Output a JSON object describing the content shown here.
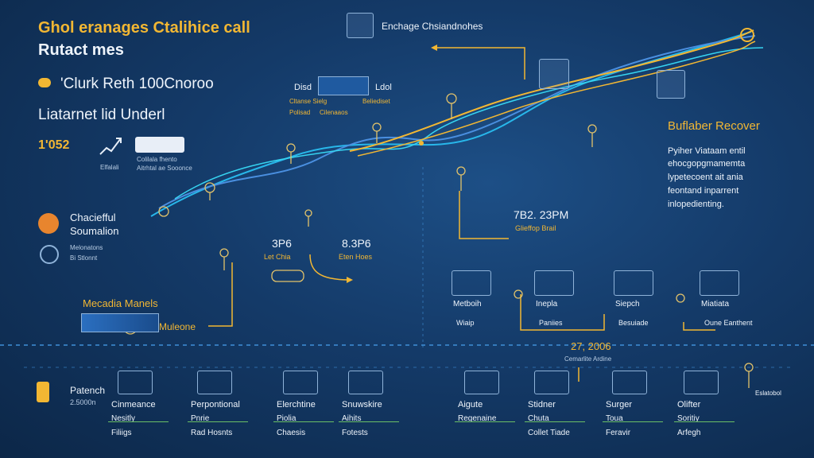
{
  "header": {
    "title_line1": "Ghol eranages Ctalihice call",
    "title_line2": "Rutact mes",
    "subtitle_line1": "'Clurk Reth 100Cnoroo",
    "subtitle_line2": "Liatarnet lid Underl",
    "stat_value": "1'052"
  },
  "top_icons": {
    "chart_caption": "Elfalali",
    "card_line1": "Colilala fhento",
    "card_line2": "Aitrhtal ae Sooonce"
  },
  "sidebar": {
    "item1_line1": "Chaciefful",
    "item1_line2": "Soumalion",
    "item2_line1": "Melonatons",
    "item2_line2": "Bi Stlonnt"
  },
  "media": {
    "title": "Mecadia Manels",
    "subtitle": "Muleone"
  },
  "top_panels": {
    "exchange_label": "Enchage Chsiandnohes",
    "card1_title": "Disd",
    "card1_sub1": "Cltanse Sielg",
    "card1_sub2": "Polisad",
    "card2_title": "Ldol",
    "card2_sub1": "Beliediset",
    "card2_sub2": "Cilenaaos"
  },
  "right_panel": {
    "title": "Buflaber Recover",
    "line1": "Pyiher Viataam entil",
    "line2": "ehocgopgmamemta",
    "line3": "lypetecoent ait ania",
    "line4": "feontand inparrent",
    "line5": "inlopedienting."
  },
  "timeline": {
    "t1_time": "3P6",
    "t1_label": "Let Chia",
    "t2_time": "8.3P6",
    "t2_label": "Eten Hoes",
    "t3_time": "7B2. 23PM",
    "t3_label": "Glieffop Brail",
    "date": "27, 2006",
    "date_label": "Cemarlite Ardine"
  },
  "mid_row": [
    {
      "title": "Metboih",
      "sub": "Wiaip"
    },
    {
      "title": "Inepla",
      "sub": "Paniies"
    },
    {
      "title": "Siepch",
      "sub": "Besuiade"
    },
    {
      "title": "Miatiata",
      "sub": "Oune Eanthent"
    }
  ],
  "bottom_left": {
    "title": "Patench",
    "value": "2.5000n"
  },
  "bottom_row": [
    {
      "line1": "Cinmeance",
      "line2": "Nesitly",
      "line3": "Filiigs"
    },
    {
      "line1": "Perpontional",
      "line2": "Pnrie",
      "line3": "Rad Hosnts"
    },
    {
      "line1": "Elerchtine",
      "line2": "Piolia",
      "line3": "Chaesis"
    },
    {
      "line1": "Snuwskire",
      "line2": "Aihits",
      "line3": "Fotests"
    },
    {
      "line1": "Aigute",
      "line2": "Regenaine",
      "line3": ""
    },
    {
      "line1": "Stidner",
      "line2": "Chuta",
      "line3": "Collet Tiade"
    },
    {
      "line1": "Surger",
      "line2": "Toua",
      "line3": "Feravir"
    },
    {
      "line1": "Olifter",
      "line2": "Soritiy",
      "line3": "Arfegh"
    }
  ],
  "far_right_label": "Eslatobol",
  "colors": {
    "accent": "#f2b733",
    "line_cyan": "#2bb8e8",
    "line_blue": "#4a8fe0",
    "background": "#143a68"
  }
}
